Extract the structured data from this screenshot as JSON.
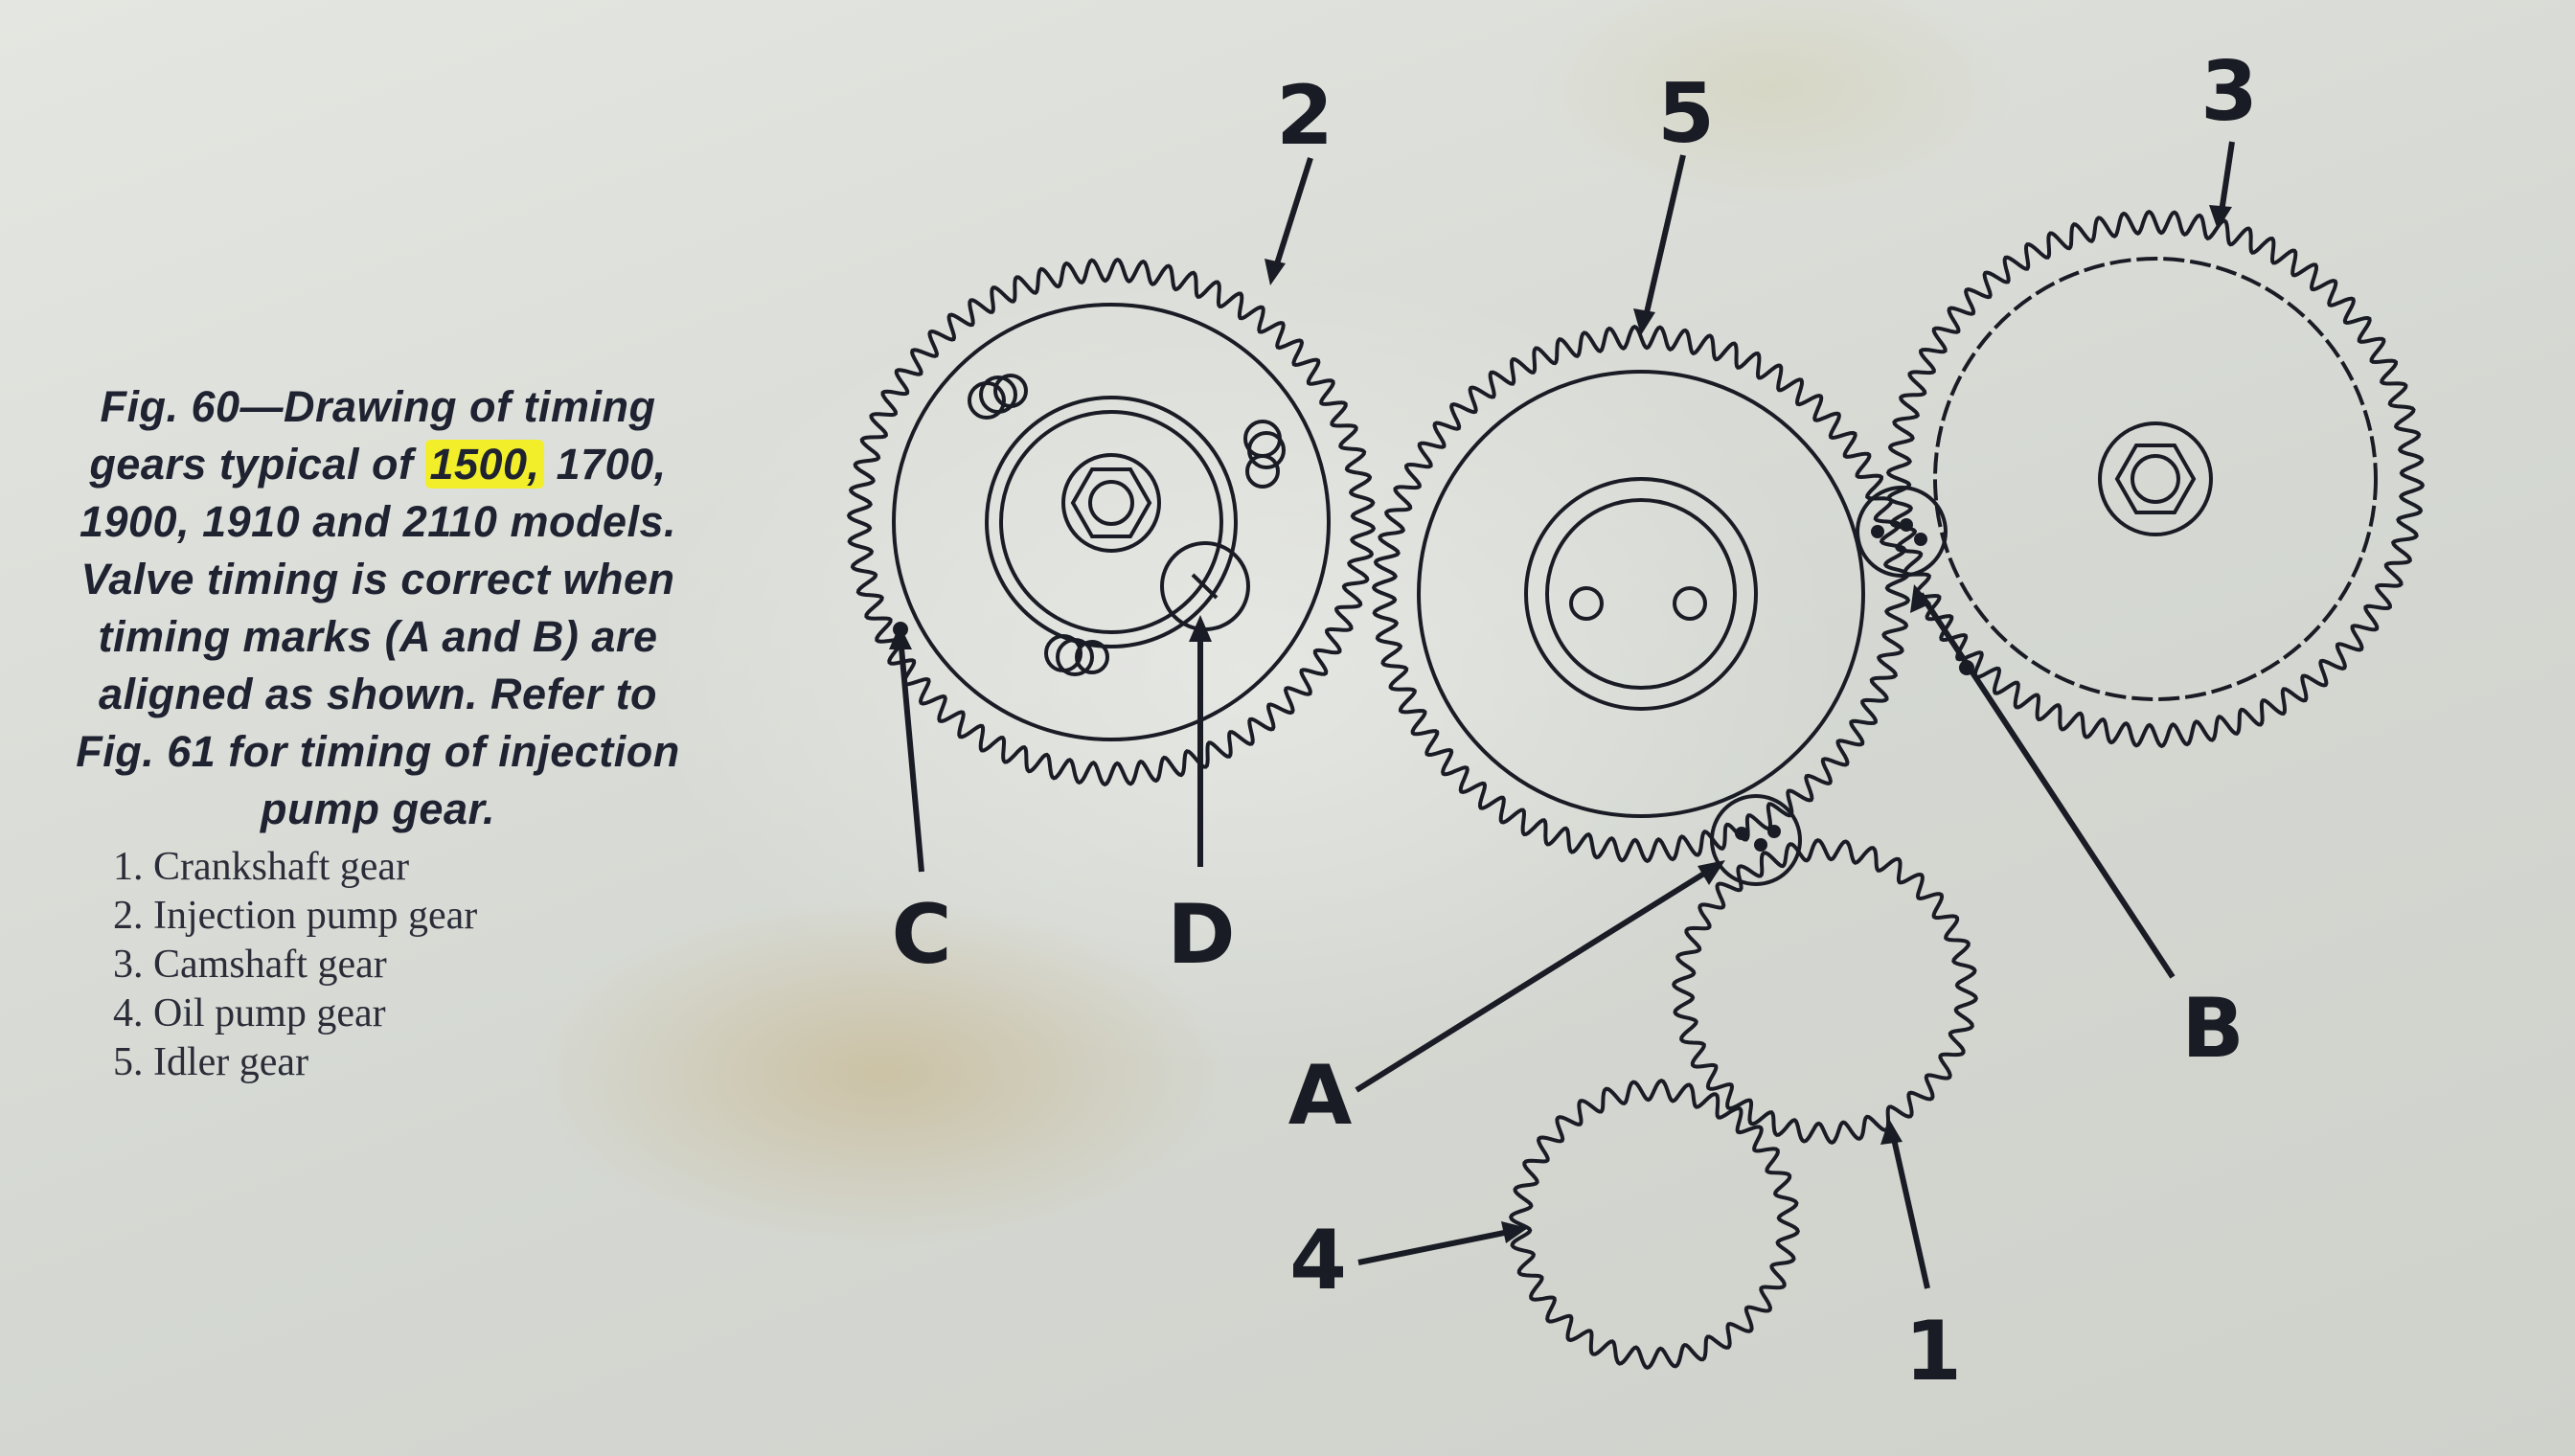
{
  "caption": {
    "prefix": "Fig. 60",
    "sep": "—",
    "line1_rest": "Drawing of timing",
    "line2_start": "gears typical of ",
    "highlight": "1500,",
    "line2_end": " 1700,",
    "line3": "1900, 1910 and 2110 models.",
    "line4": "Valve timing is correct when",
    "line5": "timing marks (A and B) are",
    "line6": "aligned as shown. Refer to",
    "line7": "Fig. 61 for timing of injection",
    "line8": "pump gear."
  },
  "legend": [
    "1. Crankshaft gear",
    "2. Injection pump gear",
    "3. Camshaft gear",
    "4. Oil pump gear",
    "5. Idler gear"
  ],
  "callouts": {
    "gear1": "1",
    "gear2": "2",
    "gear3": "3",
    "gear4": "4",
    "gear5": "5",
    "markA": "A",
    "markB": "B",
    "markC": "C",
    "markD": "D"
  },
  "colors": {
    "ink": "#1a1c25",
    "highlight": "#f2ef2a",
    "paper": "#d9dbd6"
  }
}
